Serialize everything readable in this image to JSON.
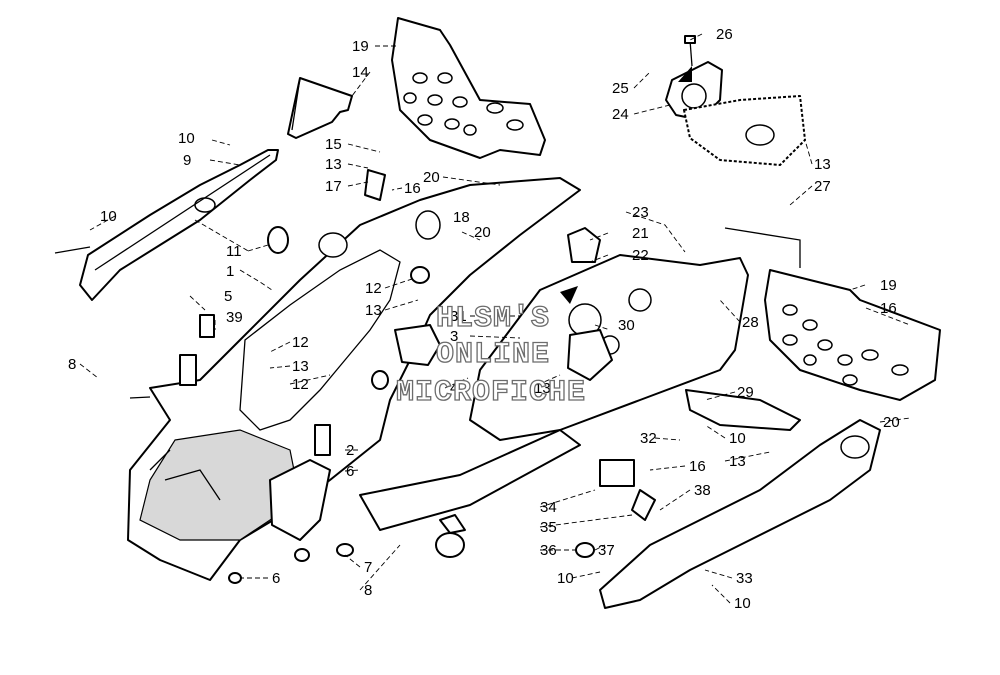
{
  "watermark": {
    "line1": "HLSM'S",
    "line2": "ONLINE",
    "line3": "MICROFICHE"
  },
  "callouts": [
    {
      "id": "c19a",
      "label": "19"
    },
    {
      "id": "c14",
      "label": "14"
    },
    {
      "id": "c26",
      "label": "26"
    },
    {
      "id": "c25",
      "label": "25"
    },
    {
      "id": "c24",
      "label": "24"
    },
    {
      "id": "c10a",
      "label": "10"
    },
    {
      "id": "c9",
      "label": "9"
    },
    {
      "id": "c15",
      "label": "15"
    },
    {
      "id": "c13a",
      "label": "13"
    },
    {
      "id": "c17",
      "label": "17"
    },
    {
      "id": "c16a",
      "label": "16"
    },
    {
      "id": "c20a",
      "label": "20"
    },
    {
      "id": "c13b",
      "label": "13"
    },
    {
      "id": "c27",
      "label": "27"
    },
    {
      "id": "c10b",
      "label": "10"
    },
    {
      "id": "c18",
      "label": "18"
    },
    {
      "id": "c20b",
      "label": "20"
    },
    {
      "id": "c23",
      "label": "23"
    },
    {
      "id": "c21",
      "label": "21"
    },
    {
      "id": "c22",
      "label": "22"
    },
    {
      "id": "c11",
      "label": "11"
    },
    {
      "id": "c1",
      "label": "1"
    },
    {
      "id": "c12a",
      "label": "12"
    },
    {
      "id": "c13c",
      "label": "13"
    },
    {
      "id": "c5",
      "label": "5"
    },
    {
      "id": "c39",
      "label": "39"
    },
    {
      "id": "c31",
      "label": "31"
    },
    {
      "id": "c3",
      "label": "3"
    },
    {
      "id": "c30",
      "label": "30"
    },
    {
      "id": "c28",
      "label": "28"
    },
    {
      "id": "c19b",
      "label": "19"
    },
    {
      "id": "c16b",
      "label": "16"
    },
    {
      "id": "c12b",
      "label": "12"
    },
    {
      "id": "c13d",
      "label": "13"
    },
    {
      "id": "c12c",
      "label": "12"
    },
    {
      "id": "c8a",
      "label": "8"
    },
    {
      "id": "c4",
      "label": "4"
    },
    {
      "id": "c13e",
      "label": "13"
    },
    {
      "id": "c29",
      "label": "29"
    },
    {
      "id": "c20c",
      "label": "20"
    },
    {
      "id": "c32",
      "label": "32"
    },
    {
      "id": "c10c",
      "label": "10"
    },
    {
      "id": "c13f",
      "label": "13"
    },
    {
      "id": "c2",
      "label": "2"
    },
    {
      "id": "c16c",
      "label": "16"
    },
    {
      "id": "c6a",
      "label": "6"
    },
    {
      "id": "c38",
      "label": "38"
    },
    {
      "id": "c34",
      "label": "34"
    },
    {
      "id": "c35",
      "label": "35"
    },
    {
      "id": "c36",
      "label": "36"
    },
    {
      "id": "c37",
      "label": "37"
    },
    {
      "id": "c7",
      "label": "7"
    },
    {
      "id": "c8b",
      "label": "8"
    },
    {
      "id": "c6b",
      "label": "6"
    },
    {
      "id": "c10d",
      "label": "10"
    },
    {
      "id": "c33",
      "label": "33"
    },
    {
      "id": "c10e",
      "label": "10"
    }
  ]
}
